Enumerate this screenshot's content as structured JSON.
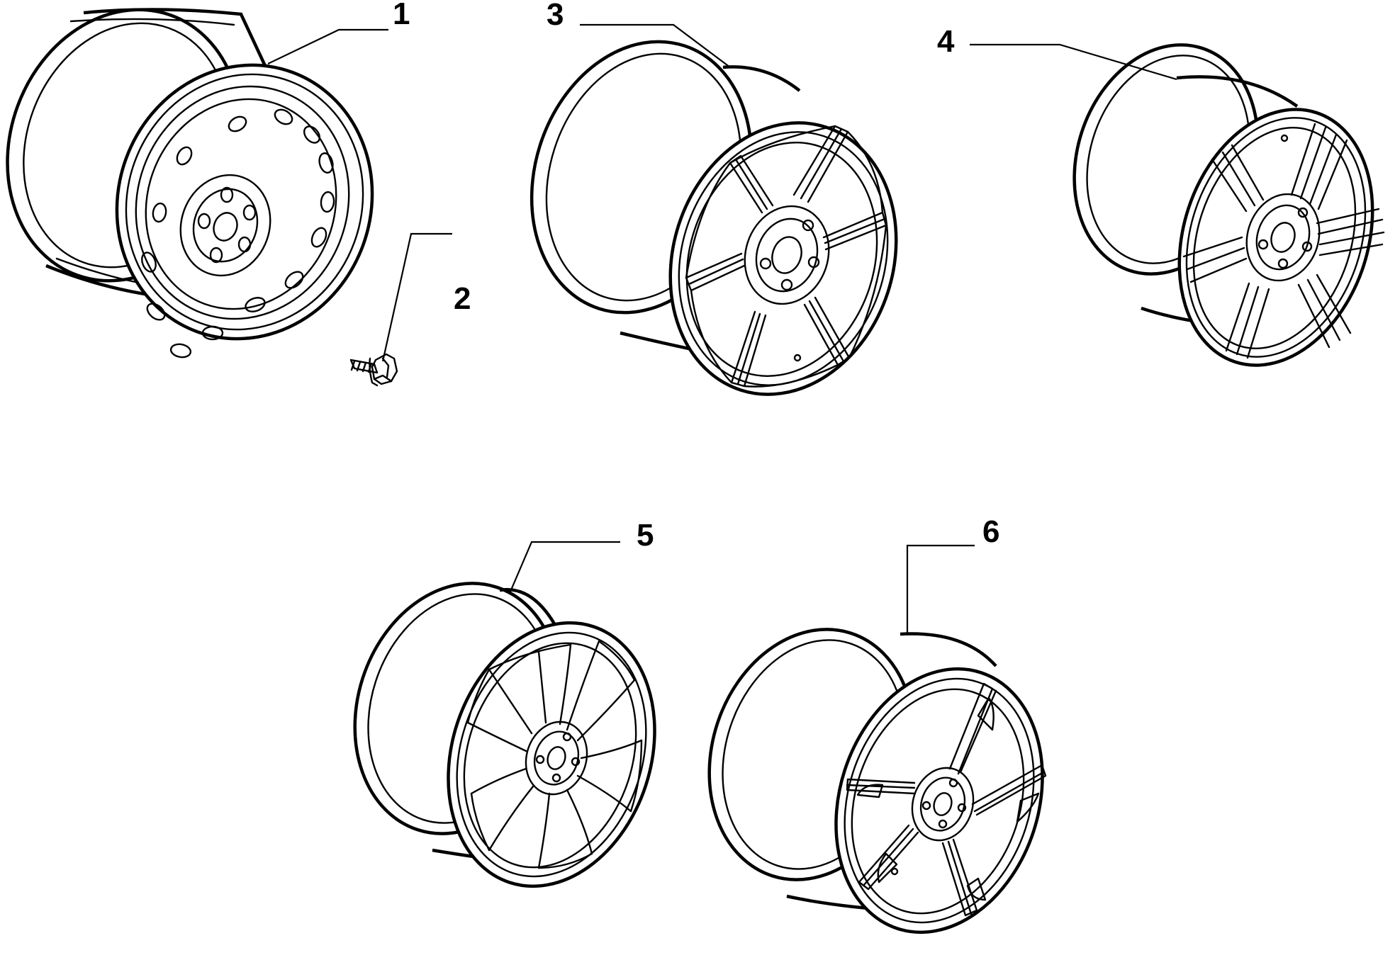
{
  "callouts": [
    {
      "id": "wheel-1",
      "label": "1"
    },
    {
      "id": "bolt-2",
      "label": "2"
    },
    {
      "id": "wheel-3",
      "label": "3"
    },
    {
      "id": "wheel-4",
      "label": "4"
    },
    {
      "id": "wheel-5",
      "label": "5"
    },
    {
      "id": "wheel-6",
      "label": "6"
    }
  ]
}
